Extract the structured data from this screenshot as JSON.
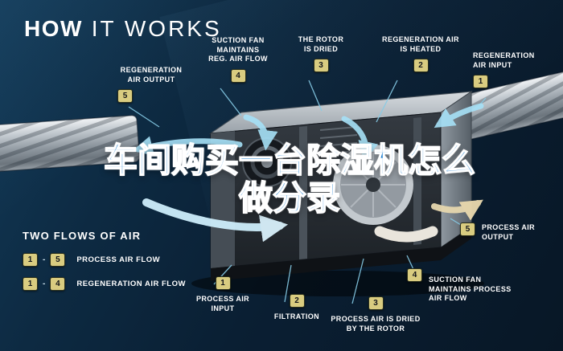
{
  "title": {
    "bold": "HOW",
    "light": " IT WORKS"
  },
  "overlay": {
    "line1": "车间购买一台除湿机怎么",
    "line2": "做分录"
  },
  "callouts": [
    {
      "id": "reg-air-output",
      "num": "5",
      "text": "REGENERATION\nAIR OUTPUT"
    },
    {
      "id": "suction-fan-reg",
      "num": "4",
      "text": "SUCTION FAN\nMAINTAINS\nREG. AIR FLOW"
    },
    {
      "id": "rotor-dried",
      "num": "3",
      "text": "THE ROTOR\nIS DRIED"
    },
    {
      "id": "reg-air-heated",
      "num": "2",
      "text": "REGENERATION AIR\nIS HEATED"
    },
    {
      "id": "reg-air-input",
      "num": "1",
      "text": "REGENERATION\nAIR INPUT"
    },
    {
      "id": "process-air-input",
      "num": "1",
      "text": "PROCESS AIR\nINPUT"
    },
    {
      "id": "filtration",
      "num": "2",
      "text": "FILTRATION"
    },
    {
      "id": "process-dried",
      "num": "3",
      "text": "PROCESS AIR IS DRIED\nBY THE ROTOR"
    },
    {
      "id": "suction-fan-proc",
      "num": "4",
      "text": "SUCTION FAN\nMAINTAINS PROCESS\nAIR FLOW"
    },
    {
      "id": "process-air-output",
      "num": "5",
      "text": "PROCESS AIR\nOUTPUT"
    }
  ],
  "legend": {
    "heading": "TWO FLOWS OF AIR",
    "separator": "-",
    "rows": [
      {
        "from": "1",
        "to": "5",
        "label": "PROCESS AIR FLOW"
      },
      {
        "from": "1",
        "to": "4",
        "label": "REGENERATION AIR FLOW"
      }
    ]
  },
  "colors": {
    "background": "#0a1f33",
    "badge": "#d9cc80",
    "arrow": "#a6e1f7",
    "overlay_text": "#1d7fd1"
  }
}
